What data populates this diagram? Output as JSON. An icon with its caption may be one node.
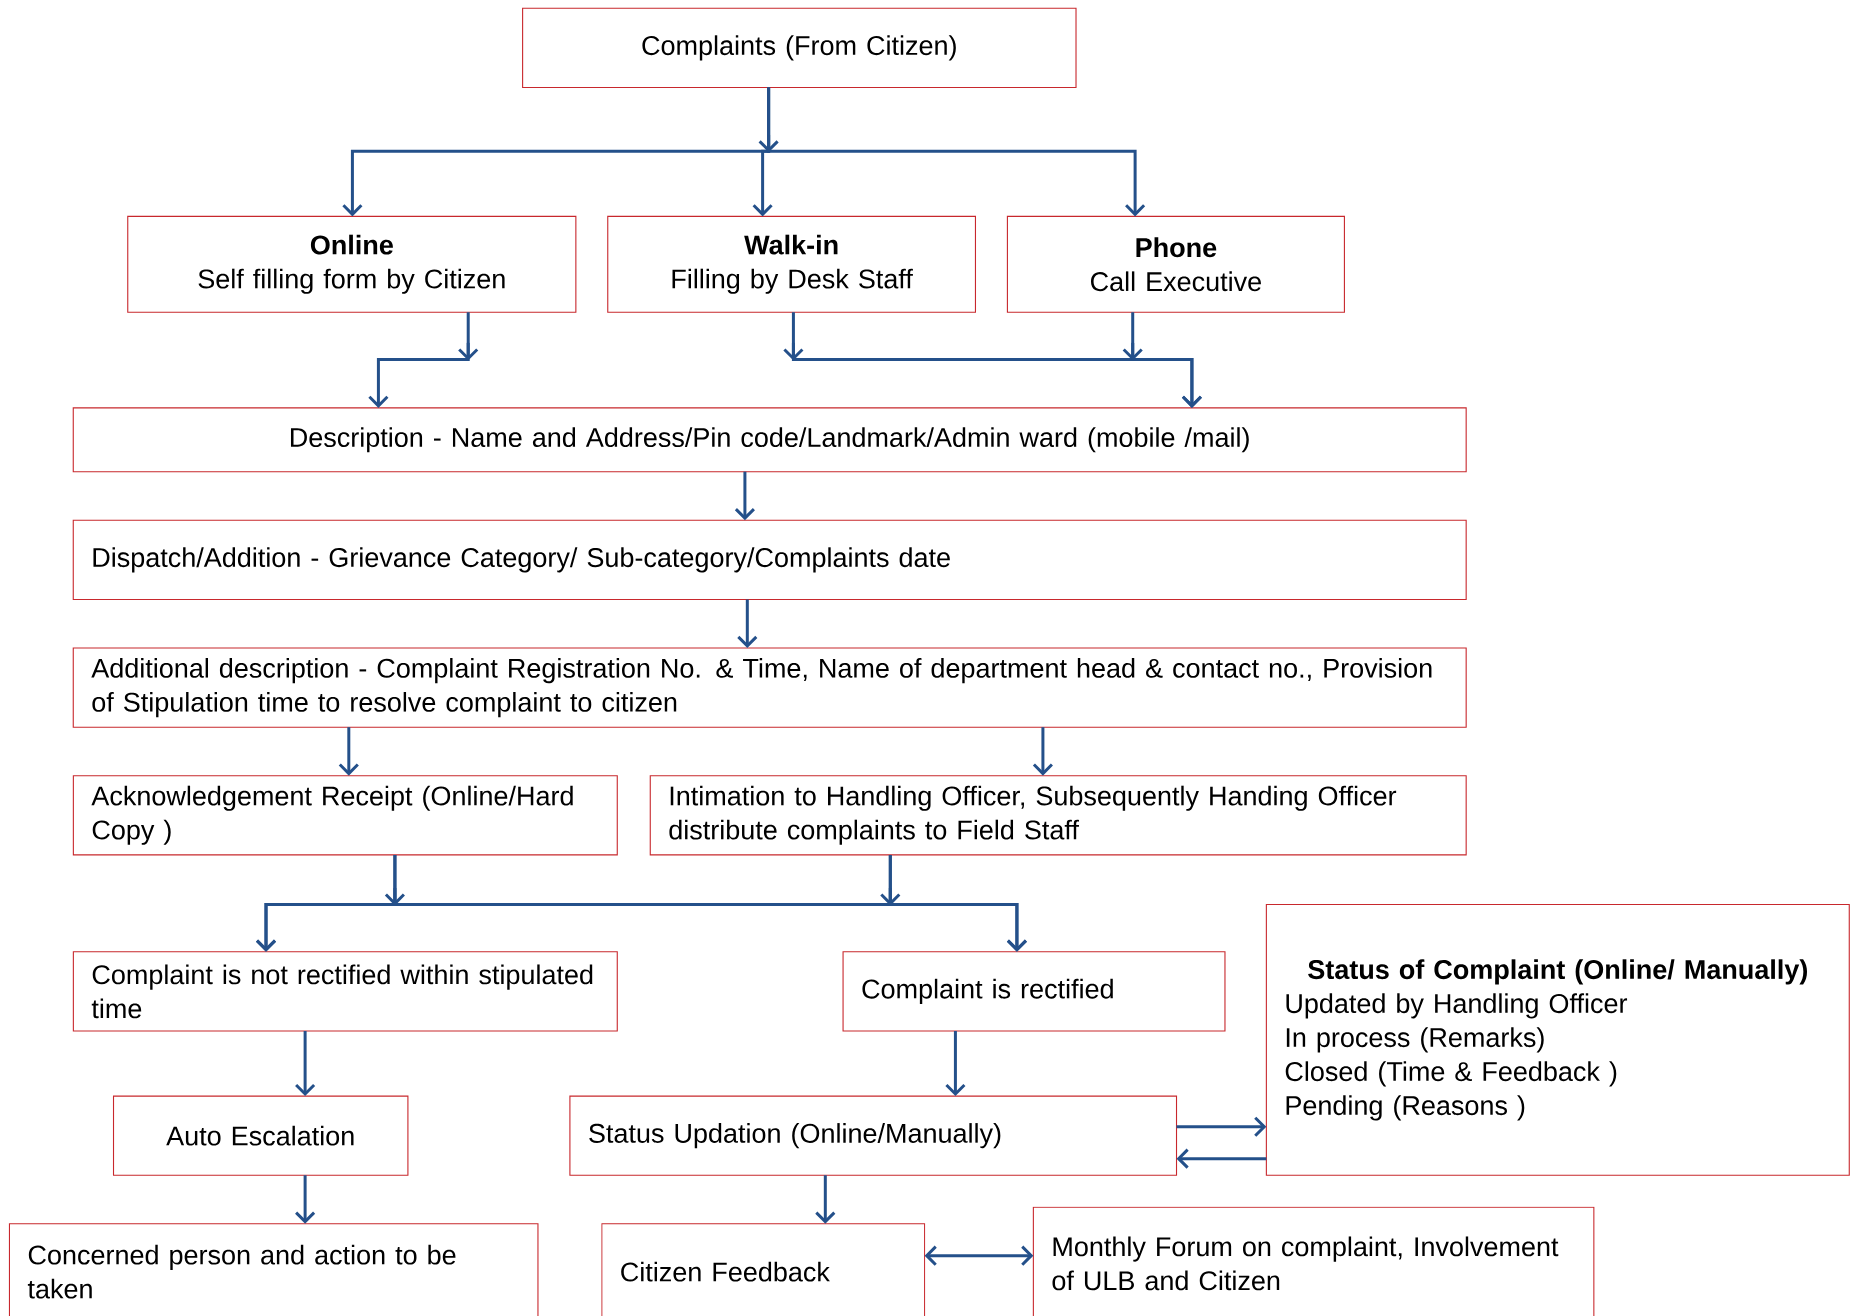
{
  "diagram": {
    "nodes": [
      {
        "text": [
          "Complaints (From Citizen)"
        ]
      },
      {
        "text": [
          "Online",
          "Self filling form by Citizen"
        ]
      },
      {
        "text": [
          "Walk-in",
          "Filling by Desk Staff"
        ]
      },
      {
        "text": [
          "Phone",
          "Call Executive"
        ]
      },
      {
        "text": [
          "Description - Name and Address/Pin code/Landmark/Admin ward (mobile /mail)"
        ]
      },
      {
        "text": [
          "Dispatch/Addition - Grievance Category/ Sub-category/Complaints date"
        ]
      },
      {
        "text": [
          "Additional description - Complaint Registration No. & Time, Name of department head & contact no., Provision of Stipulation time to resolve complaint to citizen"
        ]
      },
      {
        "text": [
          "Acknowledgement Receipt (Online/Hard Copy )"
        ]
      },
      {
        "text": [
          "Intimation to Handling Officer, Subsequently Handing Officer distribute complaints to Field Staff"
        ]
      },
      {
        "text": [
          "Complaint is not rectified within stipulated time"
        ]
      },
      {
        "text": [
          "Complaint is rectified"
        ]
      },
      {
        "text": [
          "Status of Complaint (Online/ Manually)",
          "Updated by Handling Officer",
          "In process (Remarks)",
          "Closed (Time & Feedback )",
          "Pending (Reasons )"
        ]
      },
      {
        "text": [
          "Auto Escalation"
        ]
      },
      {
        "text": [
          "Status Updation (Online/Manually)"
        ]
      },
      {
        "text": [
          "Concerned person and action to be taken"
        ]
      },
      {
        "text": [
          "Citizen Feedback"
        ]
      },
      {
        "text": [
          "Monthly Forum on complaint, Involvement of ULB and Citizen"
        ]
      }
    ],
    "edges": [
      {
        "from": 0,
        "to": 1,
        "arrow": "to"
      },
      {
        "from": 0,
        "to": 2,
        "arrow": "to"
      },
      {
        "from": 0,
        "to": 3,
        "arrow": "to"
      },
      {
        "from": 1,
        "to": 4,
        "arrow": "to"
      },
      {
        "from": 2,
        "to": 4,
        "arrow": "to"
      },
      {
        "from": 3,
        "to": 4,
        "arrow": "to"
      },
      {
        "from": 4,
        "to": 5,
        "arrow": "to"
      },
      {
        "from": 5,
        "to": 6,
        "arrow": "to"
      },
      {
        "from": 6,
        "to": 7,
        "arrow": "to"
      },
      {
        "from": 6,
        "to": 8,
        "arrow": "to"
      },
      {
        "from": 7,
        "to": 9,
        "arrow": "to"
      },
      {
        "from": 7,
        "to": 10,
        "arrow": "to"
      },
      {
        "from": 8,
        "to": 9,
        "arrow": "to"
      },
      {
        "from": 8,
        "to": 10,
        "arrow": "to"
      },
      {
        "from": 9,
        "to": 12,
        "arrow": "to"
      },
      {
        "from": 10,
        "to": 13,
        "arrow": "to"
      },
      {
        "from": 12,
        "to": 14,
        "arrow": "to"
      },
      {
        "from": 13,
        "to": 15,
        "arrow": "to"
      },
      {
        "from": 13,
        "to": 11,
        "arrow": "to"
      },
      {
        "from": 11,
        "to": 13,
        "arrow": "to"
      },
      {
        "from": 15,
        "to": 16,
        "arrow": "both"
      }
    ]
  }
}
